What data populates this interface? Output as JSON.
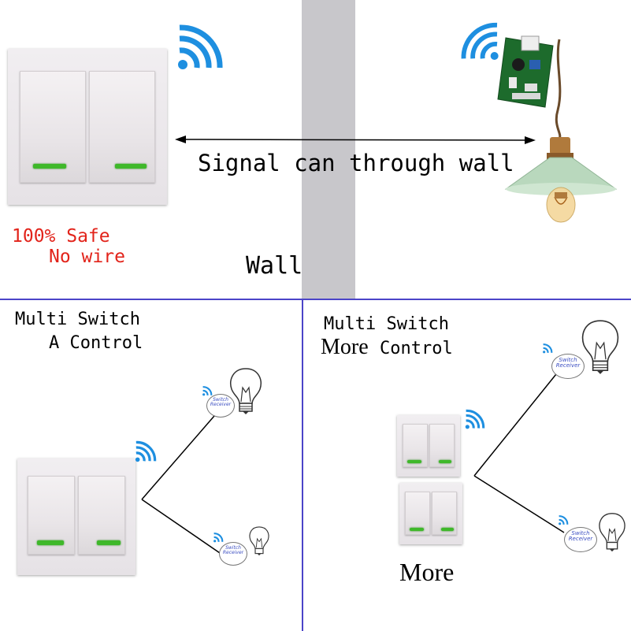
{
  "top": {
    "signal_text": "Signal can through wall",
    "safe_text": "100% Safe",
    "nowire_text": "No wire",
    "wall_label": "Wall"
  },
  "left_panel": {
    "title_line1": "Multi Switch",
    "title_line2": "A Control"
  },
  "right_panel": {
    "title_line1": "Multi Switch",
    "title_line2_a": "More",
    "title_line2_b": "Control",
    "more_label": "More"
  },
  "receiver": {
    "line1": "Switch",
    "line2": "Receiver"
  },
  "colors": {
    "wifi_blue": "#1e8fe0",
    "led_green": "#3fb82a",
    "divider": "#4b44c8",
    "wall_gray": "#c8c7cb",
    "safe_red": "#e2231a"
  }
}
